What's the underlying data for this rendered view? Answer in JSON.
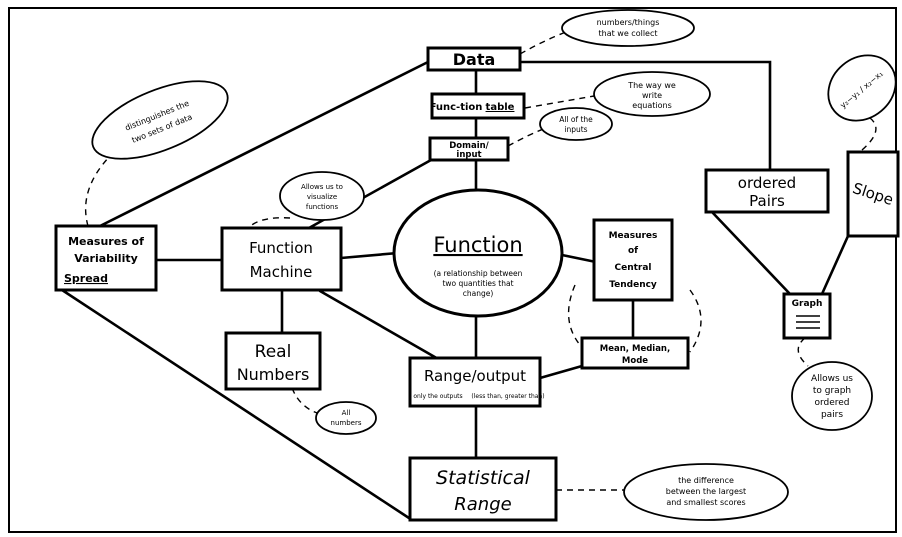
{
  "nodes": {
    "data": "Data",
    "function_table": "Func‐tion",
    "function_table_line2": "table",
    "domain_line1": "Domain/",
    "domain_line2": "input",
    "function_center": "Function",
    "function_def_line1": "(a relationship between",
    "function_def_line2": "two quantities that",
    "function_def_line3": "change)",
    "function_machine_line1": "Function",
    "function_machine_line2": "Machine",
    "measures_variability_line1": "Measures of",
    "measures_variability_line2": "Variability",
    "measures_variability_line3": "Spread",
    "real_numbers_line1": "Real",
    "real_numbers_line2": "Numbers",
    "range_output": "Range/output",
    "range_output_note_left": "only the outputs",
    "range_output_note_right": "(less than, greater than)",
    "statistical_range_line1": "Statistical",
    "statistical_range_line2": "Range",
    "central_tendency_line1": "Measures",
    "central_tendency_line2": "of",
    "central_tendency_line3": "Central",
    "central_tendency_line4": "Tendency",
    "mean_median_mode_line1": "Mean, Median,",
    "mean_median_mode_line2": "Mode",
    "ordered_pairs_line1": "ordered",
    "ordered_pairs_line2": "Pairs",
    "slope": "Slope",
    "graph": "Graph"
  },
  "notes": {
    "data_note_line1": "numbers/things",
    "data_note_line2": "that we collect",
    "function_table_note_line1": "The way we",
    "function_table_note_line2": "write",
    "function_table_note_line3": "equations",
    "domain_note_line1": "All of the",
    "domain_note_line2": "inputs",
    "machine_note_line1": "Allows us to",
    "machine_note_line2": "visualize",
    "machine_note_line3": "functions",
    "variability_note_line1": "distinguishes the",
    "variability_note_line2": "two sets of data",
    "real_numbers_note_line1": "All",
    "real_numbers_note_line2": "numbers",
    "statistical_range_note_line1": "the difference",
    "statistical_range_note_line2": "between the largest",
    "statistical_range_note_line3": "and smallest scores",
    "slope_formula": "y₂−y₁ / x₂−x₁",
    "graph_note_line1": "Allows us",
    "graph_note_line2": "to graph",
    "graph_note_line3": "ordered",
    "graph_note_line4": "pairs"
  }
}
